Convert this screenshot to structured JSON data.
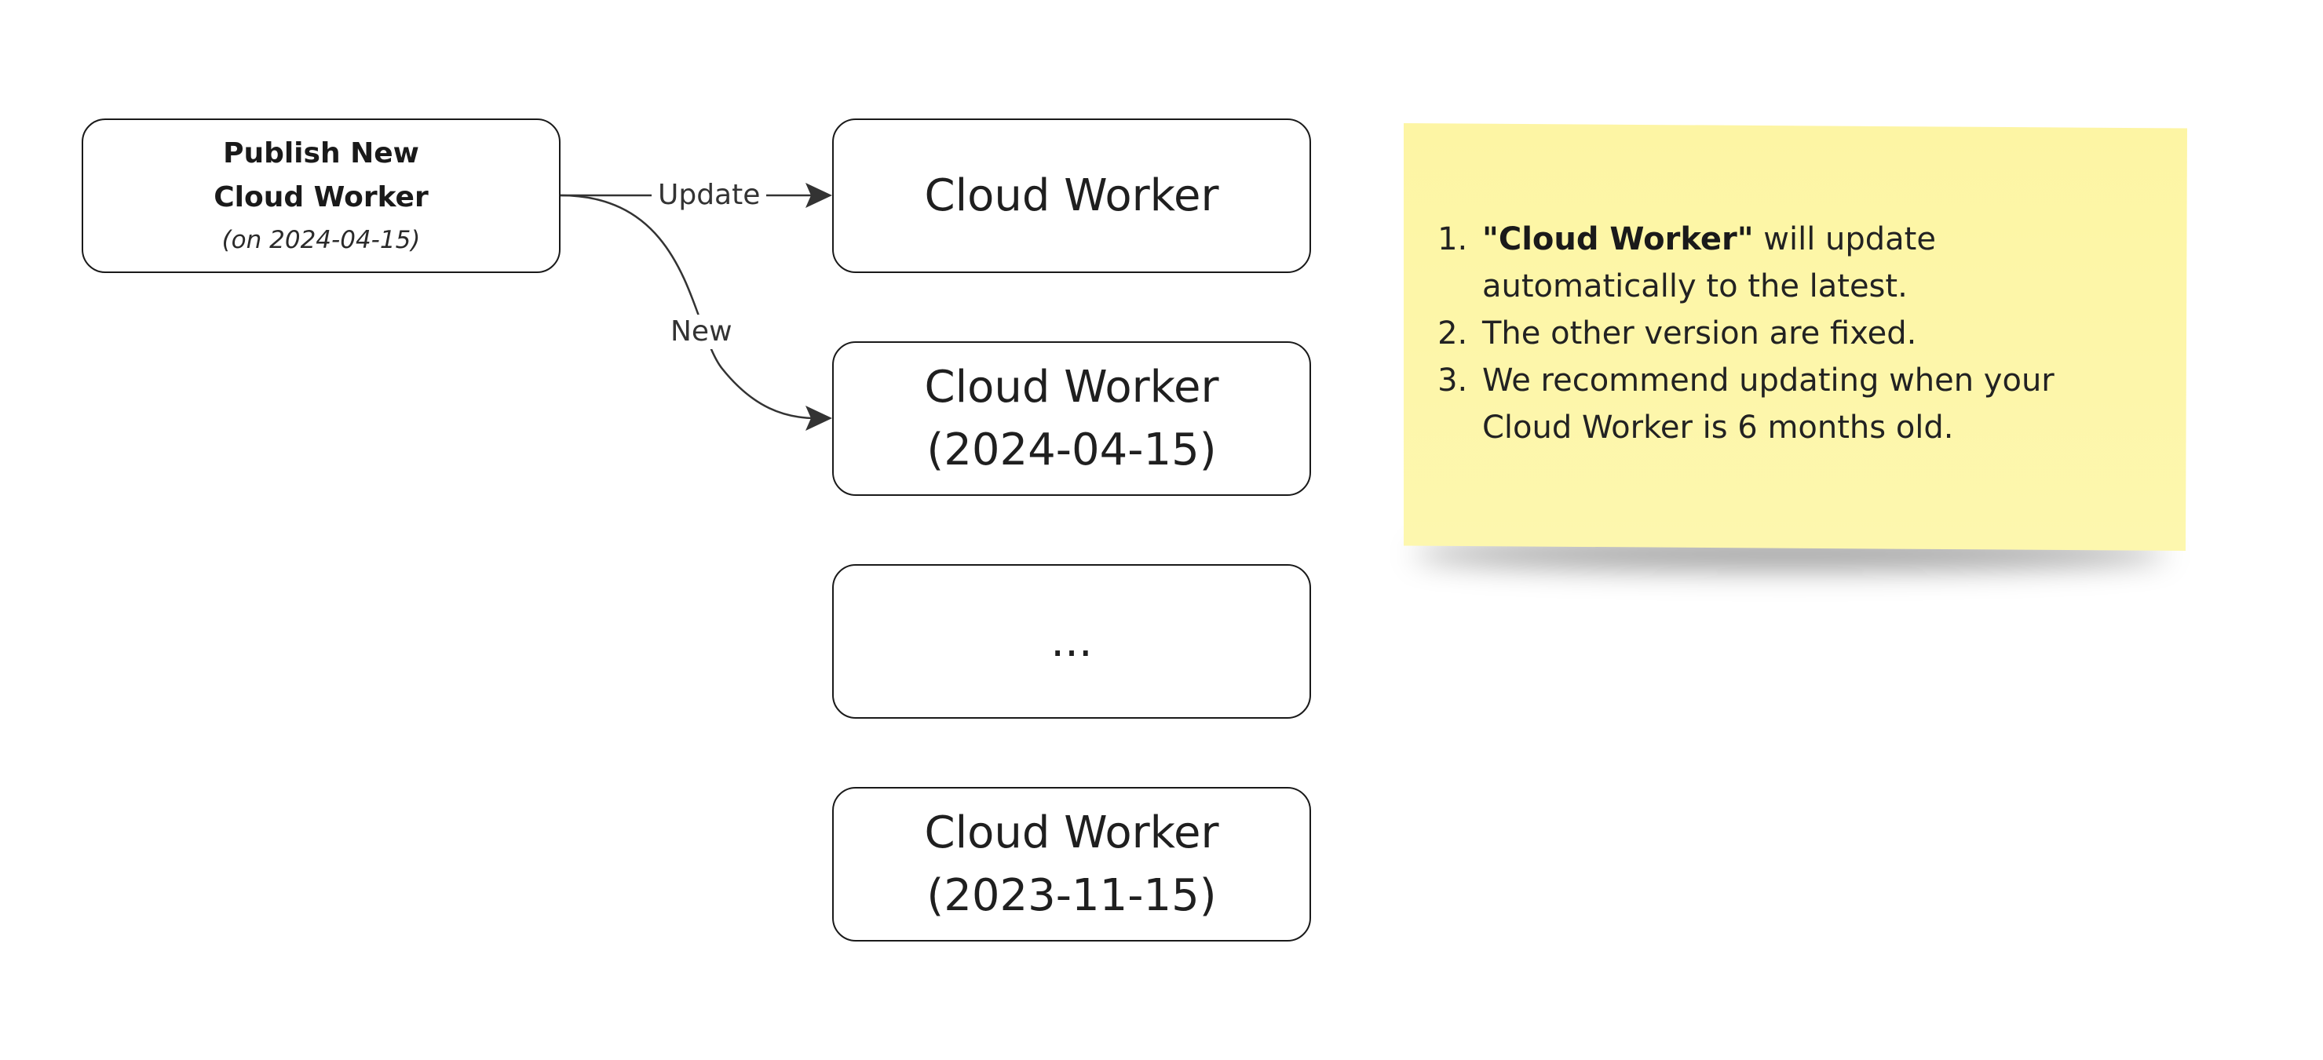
{
  "source_node": {
    "title_line1": "Publish New",
    "title_line2": "Cloud Worker",
    "date": "(on 2024-04-15)"
  },
  "edges": {
    "update_label": "Update",
    "new_label": "New"
  },
  "targets": [
    {
      "line1": "Cloud Worker",
      "line2": ""
    },
    {
      "line1": "Cloud Worker",
      "line2": "(2024-04-15)"
    },
    {
      "line1": "...",
      "line2": ""
    },
    {
      "line1": "Cloud Worker",
      "line2": "(2023-11-15)"
    }
  ],
  "note": {
    "background": "#fdf6a8",
    "items": [
      {
        "bold": "\"Cloud Worker\"",
        "text": " will update automatically to the latest."
      },
      {
        "bold": "",
        "text": "The other version are fixed."
      },
      {
        "bold": "",
        "text": "We recommend updating when your Cloud Worker is 6 months old."
      }
    ]
  }
}
